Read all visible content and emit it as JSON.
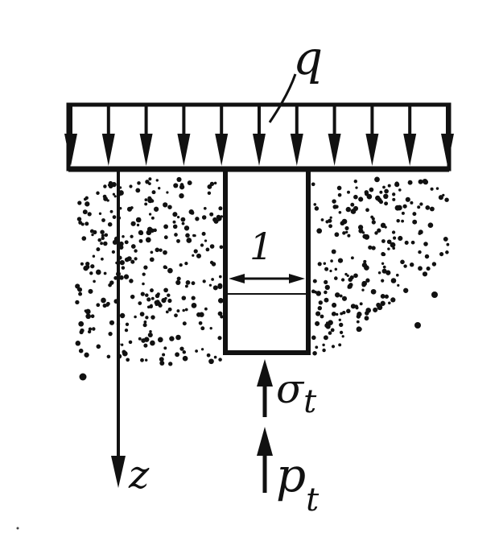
{
  "diagram": {
    "load_label": "q",
    "width_label": "1",
    "depth_axis_label": "z",
    "stress_label": "σ",
    "stress_subscript": "t",
    "force_label": "p",
    "force_subscript": "t",
    "load_arrow_count": 11,
    "ink_color": "#111111",
    "background_color": "#ffffff"
  }
}
